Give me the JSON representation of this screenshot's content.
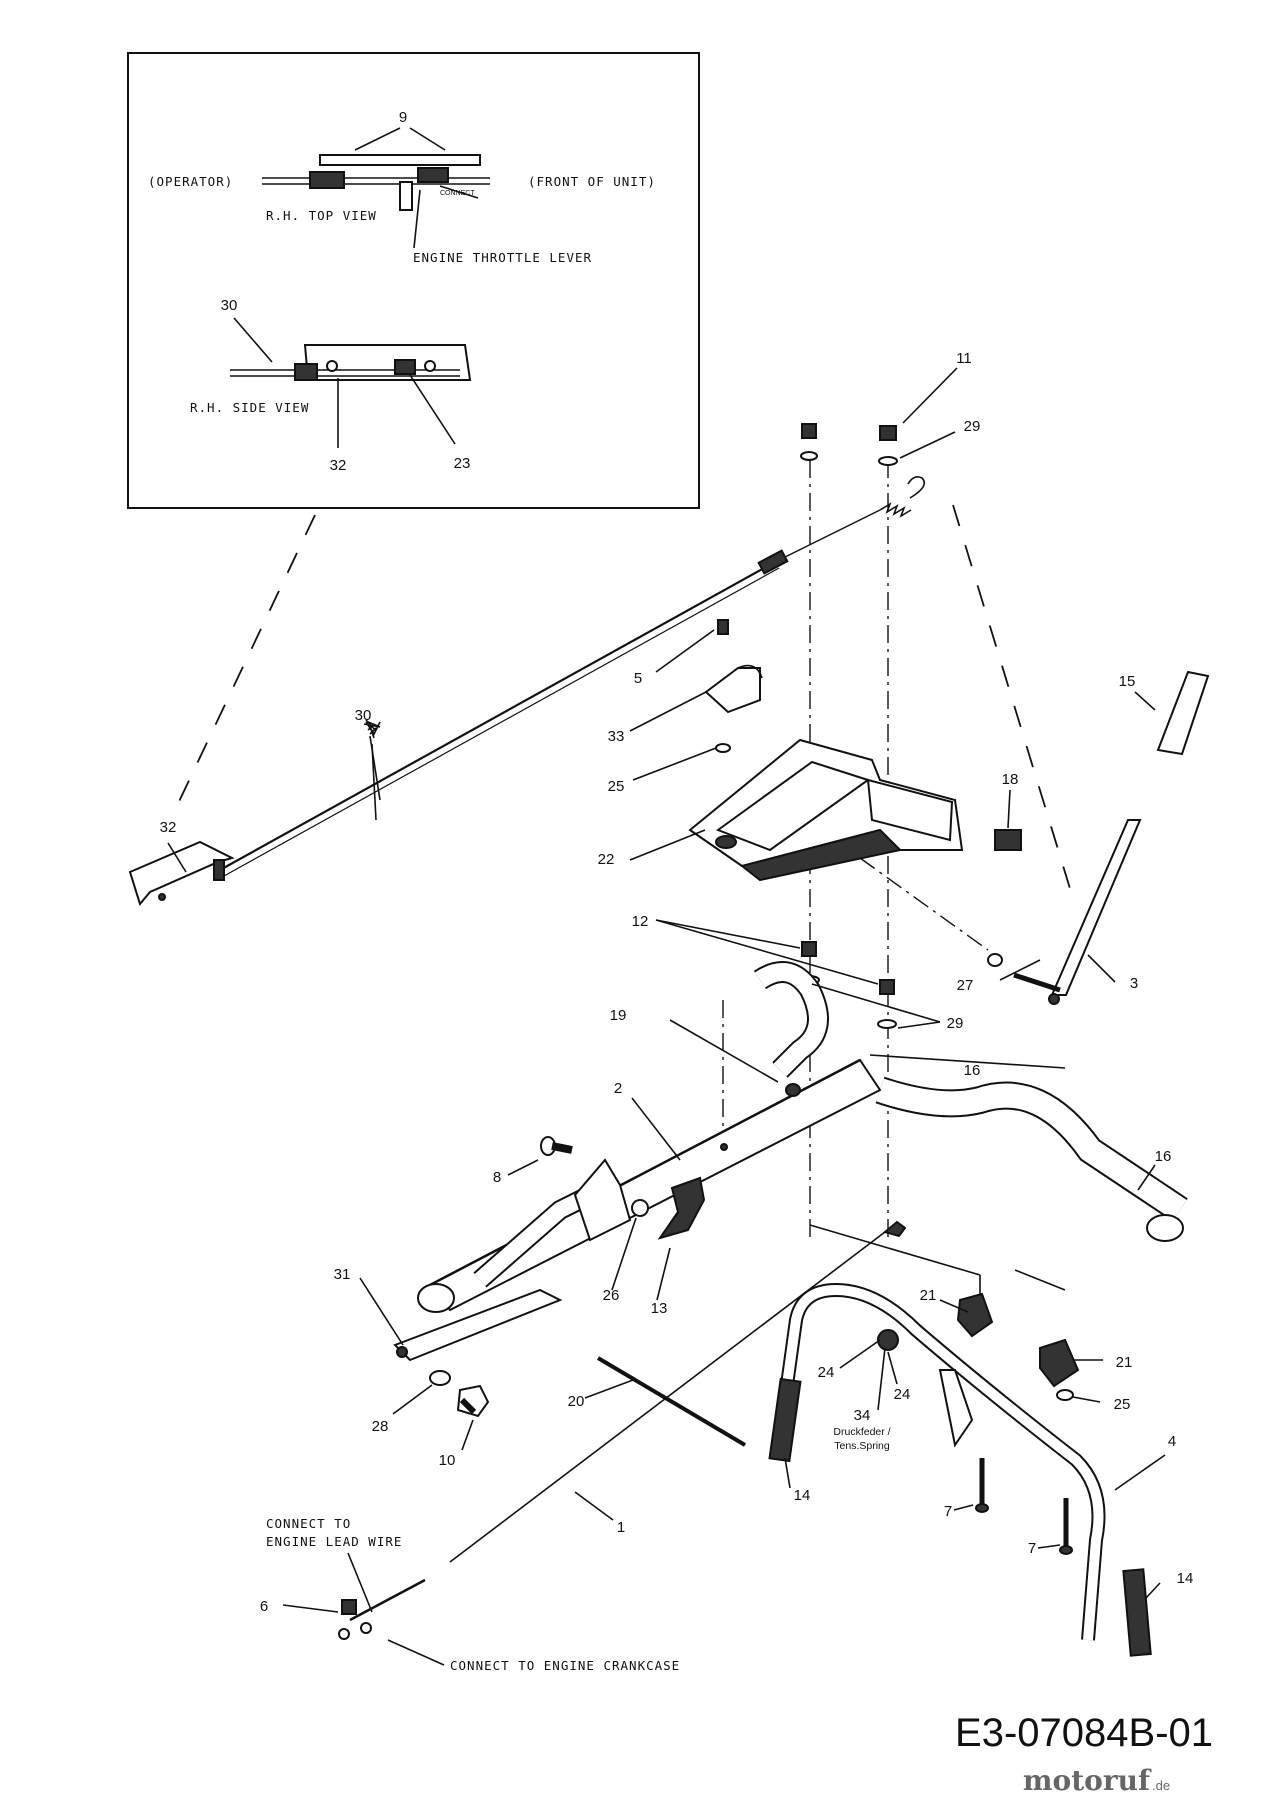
{
  "inset": {
    "operator": "(OPERATOR)",
    "front": "(FRONT OF UNIT)",
    "top_view": "R.H. TOP VIEW",
    "throttle": "ENGINE THROTTLE LEVER",
    "connect": "CONNECT",
    "side_view": "R.H. SIDE VIEW",
    "n9": "9",
    "n30": "30",
    "n32": "32",
    "n23": "23"
  },
  "callouts": {
    "n11": "11",
    "n29a": "29",
    "n5": "5",
    "n33": "33",
    "n25a": "25",
    "n30": "30",
    "n32": "32",
    "n22": "22",
    "n15": "15",
    "n18": "18",
    "n12": "12",
    "n27": "27",
    "n3": "3",
    "n29b": "29",
    "n19": "19",
    "n16a": "16",
    "n2": "2",
    "n8": "8",
    "n16b": "16",
    "n31": "31",
    "n26": "26",
    "n13": "13",
    "n21a": "21",
    "n21b": "21",
    "n24a": "24",
    "n24b": "24",
    "n34": "34",
    "n25b": "25",
    "n20": "20",
    "n28": "28",
    "n10": "10",
    "n14a": "14",
    "n4": "4",
    "n7a": "7",
    "n7b": "7",
    "n14b": "14",
    "n1": "1",
    "n6": "6"
  },
  "spring_note_1": "Druckfeder /",
  "spring_note_2": "Tens.Spring",
  "connect_lead_1": "CONNECT TO",
  "connect_lead_2": "ENGINE LEAD WIRE",
  "connect_crankcase": "CONNECT TO ENGINE CRANKCASE",
  "diagram_code": "E3-07084B-01",
  "watermark": {
    "name": "motoruf",
    "suffix": ".de"
  }
}
